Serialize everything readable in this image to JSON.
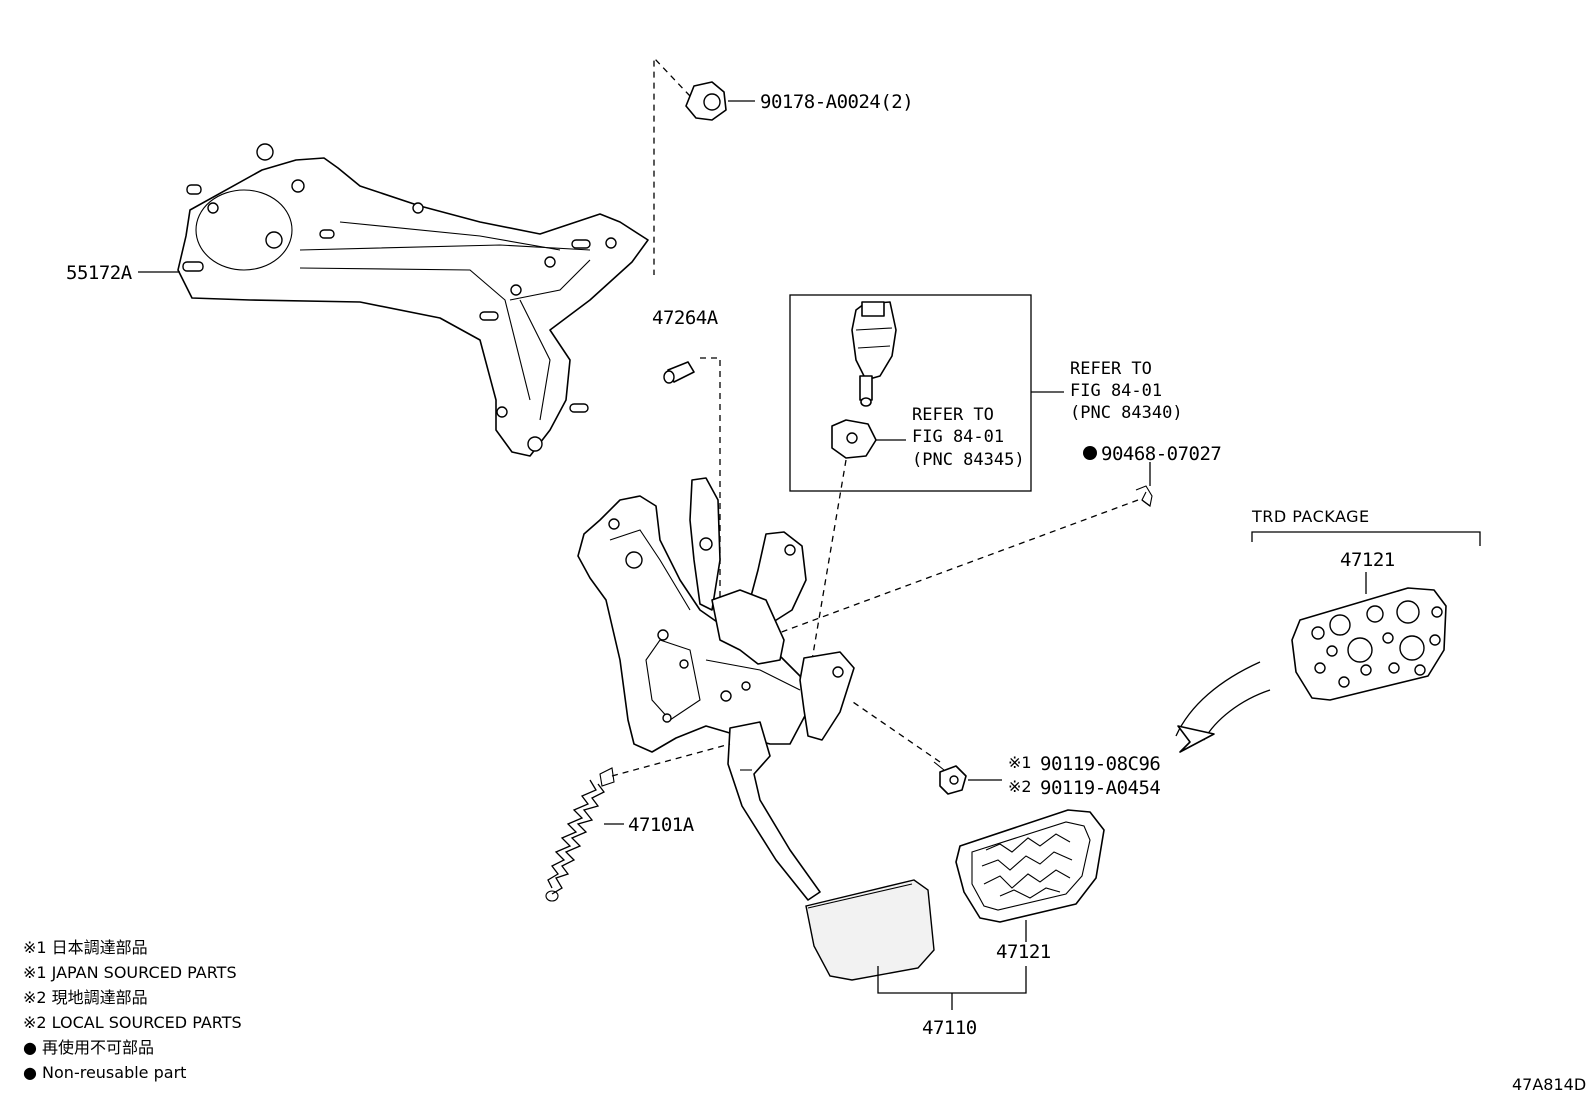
{
  "parts": {
    "bracket": "55172A",
    "nut": "90178-A0024(2)",
    "pin": "47264A",
    "clip": "90468-07027",
    "pad_trd": "47121",
    "pad": "47121",
    "spring": "47101A",
    "pedal_assy": "47110",
    "bolt_1": "90119-08C96",
    "bolt_2": "90119-A0454"
  },
  "bolt_marks": {
    "mark_1": "※1",
    "mark_2": "※2"
  },
  "refer_switch": {
    "line1": "REFER TO",
    "line2": "FIG 84-01",
    "line3": "(PNC 84340)"
  },
  "refer_cushion": {
    "line1": "REFER TO",
    "line2": "FIG 84-01",
    "line3": "(PNC 84345)"
  },
  "trd_package": "TRD PACKAGE",
  "legend": [
    "※1 日本調達部品",
    "※1 JAPAN SOURCED PARTS",
    "※2 現地調達部品",
    "※2 LOCAL SOURCED PARTS",
    "● 再使用不可部品",
    "● Non-reusable part"
  ],
  "figure_code": "47A814D"
}
